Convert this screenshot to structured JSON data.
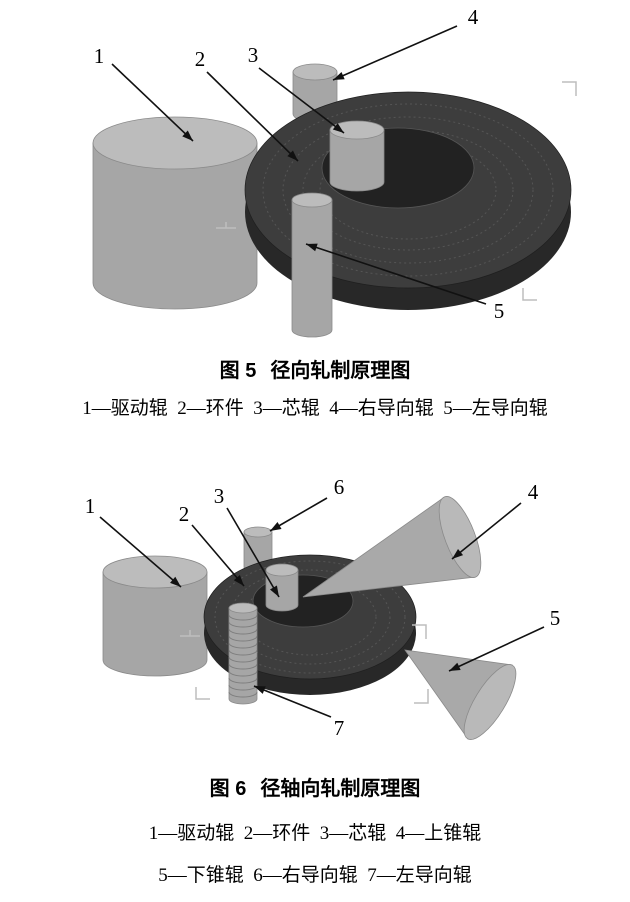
{
  "colors": {
    "background": "#ffffff",
    "arrow": "#111111",
    "text": "#000000",
    "roller_fill": "#a6a6a6",
    "roller_top": "#bcbcbc",
    "ring_top": "#3d3d3d",
    "ring_side": "#282828",
    "ring_hole": "#222222",
    "cone_fill": "#a9a9a9",
    "cone_base": "#b9b9b9"
  },
  "figure5": {
    "caption_no": "图 5",
    "caption_title": "径向轧制原理图",
    "legend": "1—驱动辊  2—环件  3—芯辊  4—右导向辊  5—左导向辊",
    "callouts": [
      "1",
      "2",
      "3",
      "4",
      "5"
    ]
  },
  "figure6": {
    "caption_no": "图 6",
    "caption_title": "径轴向轧制原理图",
    "legend_line1": "1—驱动辊  2—环件  3—芯辊  4—上锥辊",
    "legend_line2": "5—下锥辊  6—右导向辊  7—左导向辊",
    "callouts": [
      "1",
      "2",
      "3",
      "4",
      "5",
      "6",
      "7"
    ]
  }
}
